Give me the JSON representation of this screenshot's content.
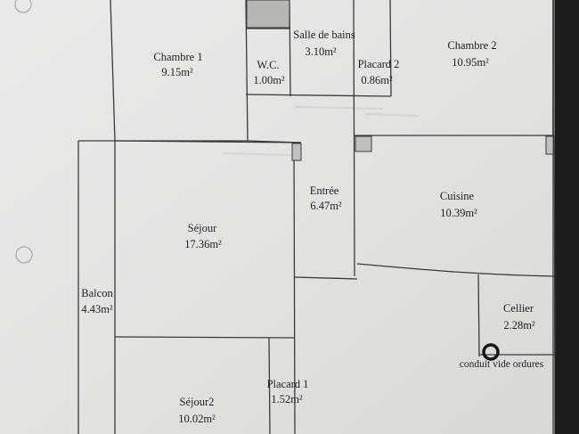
{
  "rooms": {
    "chambre1": {
      "name": "Chambre 1",
      "area": "9.15m²"
    },
    "wc": {
      "name": "W.C.",
      "area": "1.00m²"
    },
    "salle_de_bains": {
      "name": "Salle de bains",
      "area": "3.10m²"
    },
    "placard2": {
      "name": "Placard 2",
      "area": "0.86m²"
    },
    "chambre2": {
      "name": "Chambre 2",
      "area": "10.95m²"
    },
    "entree": {
      "name": "Entrée",
      "area": "6.47m²"
    },
    "cuisine": {
      "name": "Cuisine",
      "area": "10.39m²"
    },
    "sejour": {
      "name": "Séjour",
      "area": "17.36m²"
    },
    "balcon": {
      "name": "Balcon",
      "area": "4.43m²"
    },
    "cellier": {
      "name": "Cellier",
      "area": "2.28m²"
    },
    "sejour2": {
      "name": "Séjour2",
      "area": "10.02m²"
    },
    "placard1": {
      "name": "Placard 1",
      "area": "1.52m²"
    }
  },
  "annotations": {
    "conduit": "conduit vide ordures"
  },
  "colors": {
    "paper": "#e4e6e3",
    "wall": "#3a3a3a",
    "fill_grey": "#b5b7b2",
    "binder_edge": "#1c1c1c"
  }
}
